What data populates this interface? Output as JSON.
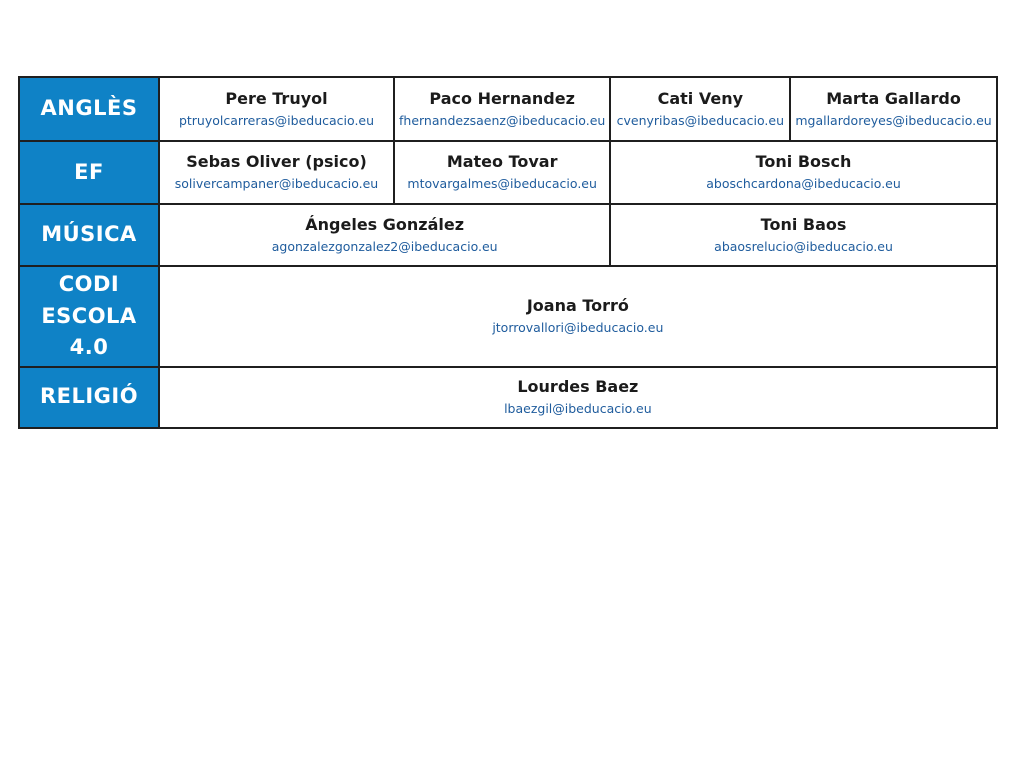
{
  "page": {
    "background": "#ffffff"
  },
  "table": {
    "header_bg": "#0F82C6",
    "header_text_color": "#ffffff",
    "border_color": "#1f1f1f",
    "name_color": "#1b1b1b",
    "email_color": "#1F5C9D",
    "rows": [
      {
        "label": "ANGLÈS",
        "cells": [
          {
            "name": "Pere Truyol",
            "email": "ptruyolcarreras@ibeducacio.eu"
          },
          {
            "name": "Paco Hernandez",
            "email": "fhernandezsaenz@ibeducacio.eu"
          },
          {
            "name": "Cati Veny",
            "email": "cvenyribas@ibeducacio.eu"
          },
          {
            "name": "Marta Gallardo",
            "email": "mgallardoreyes@ibeducacio.eu"
          }
        ]
      },
      {
        "label": "EF",
        "cells": [
          {
            "name": "Sebas Oliver (psico)",
            "email": "solivercampaner@ibeducacio.eu"
          },
          {
            "name": "Mateo Tovar",
            "email": "mtovargalmes@ibeducacio.eu"
          },
          {
            "name": "Toni Bosch",
            "email": "aboschcardona@ibeducacio.eu"
          }
        ]
      },
      {
        "label": "MÚSICA",
        "cells": [
          {
            "name": "Ángeles González",
            "email": "agonzalezgonzalez2@ibeducacio.eu"
          },
          {
            "name": "Toni Baos",
            "email": "abaosrelucio@ibeducacio.eu"
          }
        ]
      },
      {
        "label": "CODI ESCOLA 4.0",
        "cells": [
          {
            "name": "Joana Torró",
            "email": "jtorrovallori@ibeducacio.eu"
          }
        ]
      },
      {
        "label": "RELIGIÓ",
        "cells": [
          {
            "name": "Lourdes Baez",
            "email": "lbaezgil@ibeducacio.eu"
          }
        ]
      }
    ]
  }
}
